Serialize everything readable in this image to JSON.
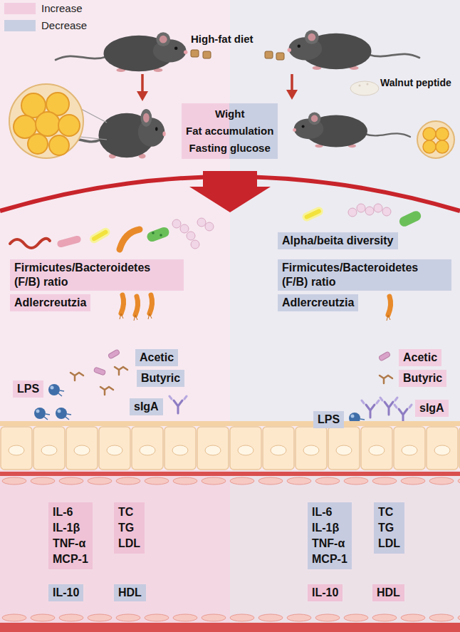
{
  "diagram": {
    "nodes": [
      {
        "text": [
          "Wight",
          "Fat accumulation",
          "Fasting glucose"
        ]
      },
      {
        "text": [
          "Alpha/beita diversity"
        ]
      },
      {
        "text": [
          "Firmicutes/Bacteroidetes (F/B) ratio"
        ]
      },
      {
        "text": [
          "Firmicutes/Bacteroidetes (F/B) ratio"
        ]
      },
      {
        "text": [
          "Adlercreutzia"
        ]
      },
      {
        "text": [
          "Adlercreutzia"
        ]
      },
      {
        "text": [
          "Acetic"
        ]
      },
      {
        "text": [
          "Acetic"
        ]
      },
      {
        "text": [
          "Butyric"
        ]
      },
      {
        "text": [
          "Butyric"
        ]
      },
      {
        "text": [
          "LPS"
        ]
      },
      {
        "text": [
          "sIgA"
        ]
      },
      {
        "text": [
          "LPS"
        ]
      },
      {
        "text": [
          "sIgA"
        ]
      },
      {
        "text": [
          "IL-6",
          "IL-1β",
          "TNF-α",
          "MCP-1"
        ]
      },
      {
        "text": [
          "TC",
          "TG",
          "LDL"
        ]
      },
      {
        "text": [
          "IL-6",
          "IL-1β",
          "TNF-α",
          "MCP-1"
        ]
      },
      {
        "text": [
          "TC",
          "TG",
          "LDL"
        ]
      },
      {
        "text": [
          "IL-10"
        ]
      },
      {
        "text": [
          "HDL"
        ]
      },
      {
        "text": [
          "IL-10"
        ]
      },
      {
        "text": [
          "HDL"
        ]
      }
    ],
    "labels": [
      "High-fat diet",
      "Walnut peptide"
    ],
    "legend": [
      {
        "text": "Increase",
        "color": "#f2cde0"
      },
      {
        "text": "Decrease",
        "color": "#c9cfe2"
      }
    ]
  }
}
